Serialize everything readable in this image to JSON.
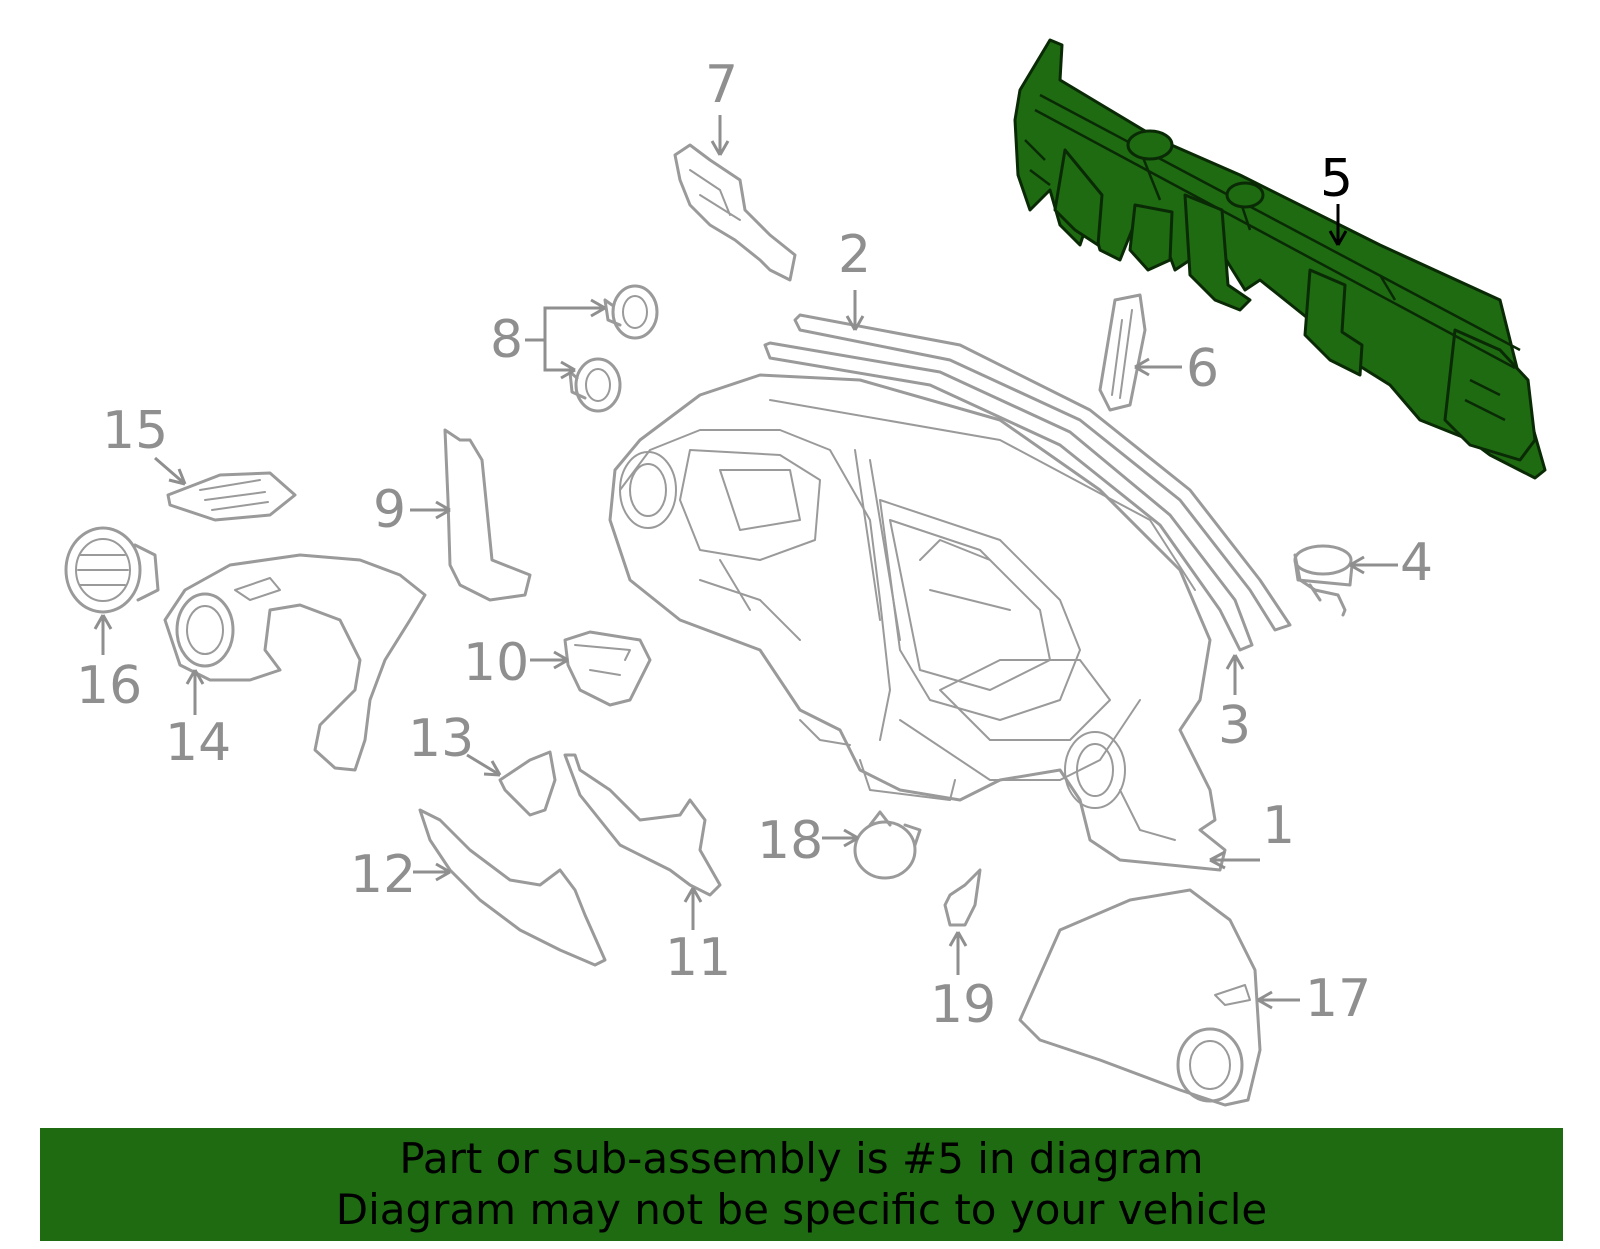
{
  "diagram": {
    "highlighted_callout": "5",
    "callouts": [
      "1",
      "2",
      "3",
      "4",
      "5",
      "6",
      "7",
      "8",
      "9",
      "10",
      "11",
      "12",
      "13",
      "14",
      "15",
      "16",
      "17",
      "18",
      "19"
    ],
    "colors": {
      "highlight": "#1e6b12",
      "parts": "#9a9a9a",
      "banner": "#1e6b12"
    }
  },
  "banner": {
    "line1": "Part or sub-assembly is #5 in diagram",
    "line2": "Diagram may not be specific to your vehicle"
  }
}
